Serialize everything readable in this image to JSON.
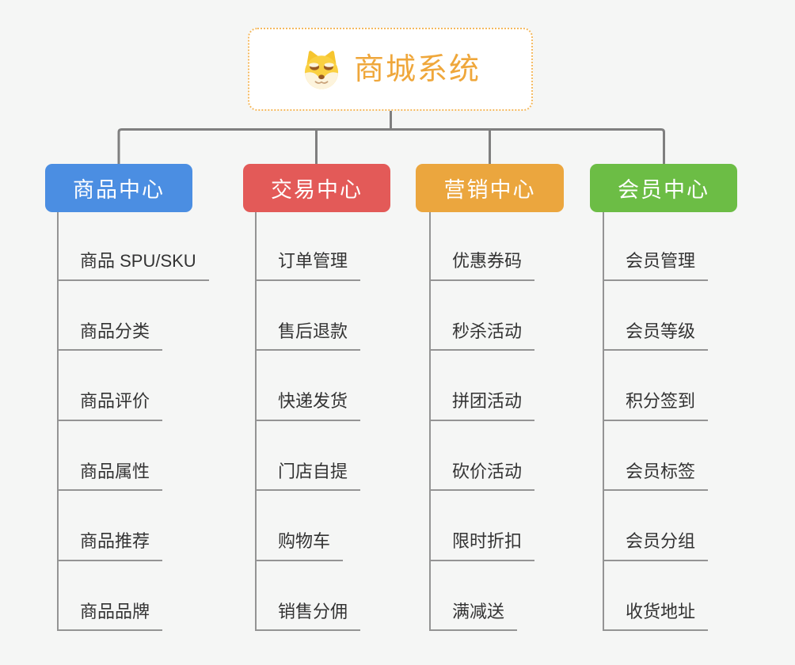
{
  "canvas": {
    "background": "#f5f6f5"
  },
  "root": {
    "label": "商城系统",
    "icon": "shiba-dog-icon",
    "text_color": "#efa73b",
    "border_color": "#f4b95f",
    "background": "#ffffff"
  },
  "connectors": {
    "color": "#7f7f7f"
  },
  "leaf_style": {
    "line_color": "#949494",
    "text_color": "#333333"
  },
  "branches": [
    {
      "label": "商品中心",
      "color": "#4b8ee2",
      "children": [
        "商品 SPU/SKU",
        "商品分类",
        "商品评价",
        "商品属性",
        "商品推荐",
        "商品品牌"
      ]
    },
    {
      "label": "交易中心",
      "color": "#e35a58",
      "children": [
        "订单管理",
        "售后退款",
        "快递发货",
        "门店自提",
        "购物车",
        "销售分佣"
      ]
    },
    {
      "label": "营销中心",
      "color": "#eba63e",
      "children": [
        "优惠券码",
        "秒杀活动",
        "拼团活动",
        "砍价活动",
        "限时折扣",
        "满减送"
      ]
    },
    {
      "label": "会员中心",
      "color": "#6cbd45",
      "children": [
        "会员管理",
        "会员等级",
        "积分签到",
        "会员标签",
        "会员分组",
        "收货地址"
      ]
    }
  ]
}
